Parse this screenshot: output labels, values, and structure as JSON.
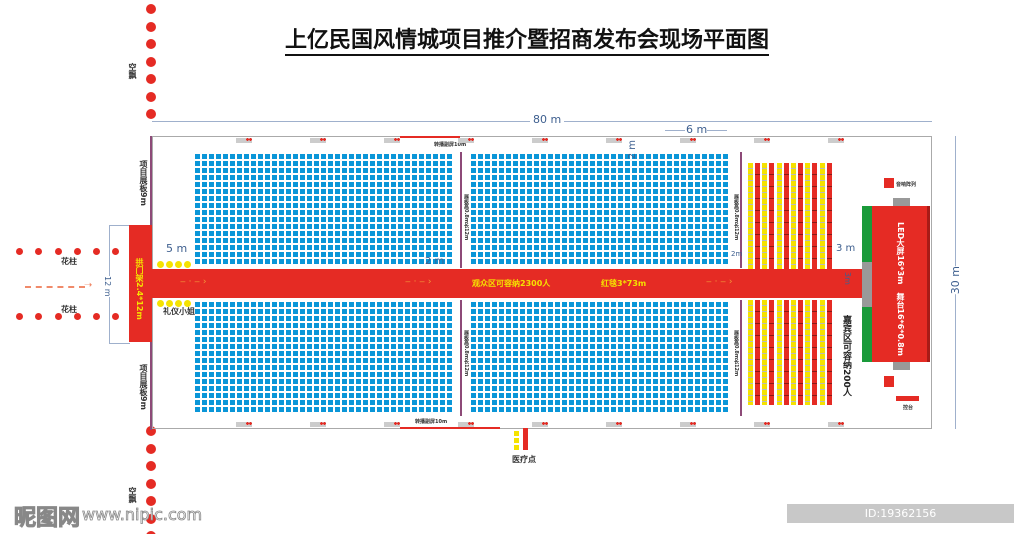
{
  "title": "上亿民国风情城项目推介暨招商发布会现场平面图",
  "labels": {
    "balloon": "空飘",
    "project_board": "项目展板9m",
    "arch": "拱门架2.4*12m",
    "flower_column": "花柱",
    "etiquette": "礼仪小姐",
    "relay_screen": "转播副屏10m",
    "display_board": "展板高0.8m长12m",
    "audience_area": "观众区可容纳2300人",
    "red_carpet": "红毯3*73m",
    "vip_area": "嘉宾区可容纳200人",
    "stage": "LED大屏16*3m　舞台16*6*0.8m",
    "speaker_array": "音响阵列",
    "console": "控台",
    "medical": "医疗点"
  },
  "dimensions": {
    "width": "80 m",
    "depth": "30 m",
    "entrance_gap": "5 m",
    "entrance_width": "12 m",
    "camera_spacing": "6 m",
    "aisle_top": "2 m",
    "aisle_mid": "2 m",
    "aisle_right": "2m",
    "stage_gap": "3 m",
    "carpet_width": "3m"
  },
  "watermark": {
    "logo": "昵图网",
    "site": "www.nipic.com",
    "id": "ID:19362156 NO:20200716121334238084"
  },
  "colors": {
    "red": "#e52b24",
    "seat": "#0a96d8",
    "yellow": "#f5e200",
    "green": "#1a9a3a",
    "purple": "#8d4a78"
  }
}
